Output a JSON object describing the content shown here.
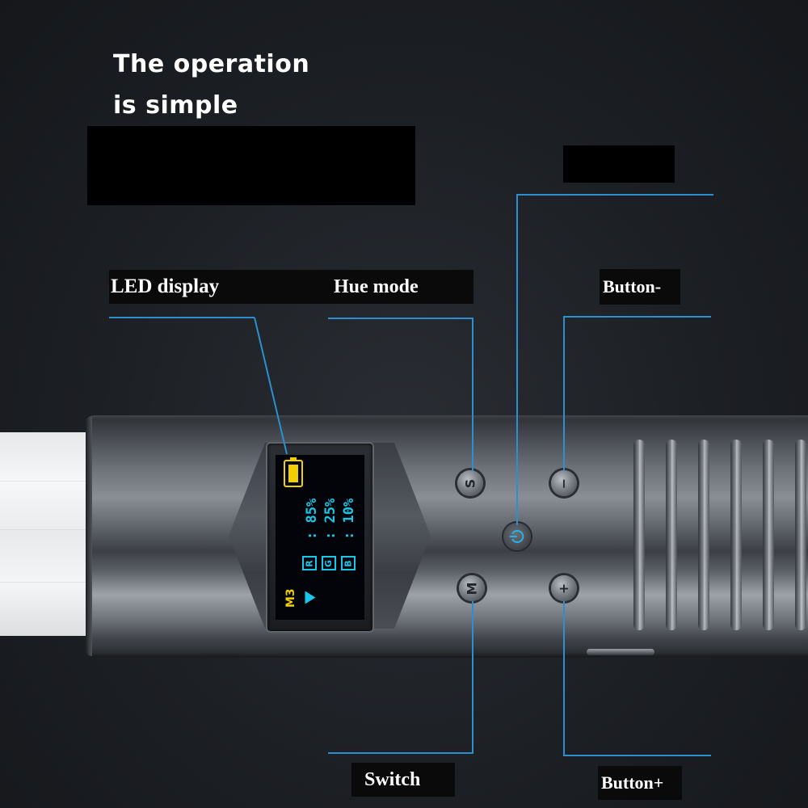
{
  "headline": {
    "line1": "The operation",
    "line2": "is simple"
  },
  "labels": {
    "led_display": "LED display",
    "hue_mode": "Hue mode",
    "button_minus": "Button-",
    "switch": "Switch",
    "button_plus": "Button+"
  },
  "screen": {
    "battery_icon": "battery-full-icon",
    "readouts": [
      ": 85%",
      ": 25%",
      ": 10%"
    ],
    "channels": [
      "R",
      "G",
      "B"
    ],
    "mode": "M3"
  },
  "buttons": {
    "hue": "S",
    "switch": "M",
    "minus": "−",
    "plus": "+",
    "power_icon": "power-icon"
  },
  "colors": {
    "leader_line": "#2c8fd0",
    "screen_cyan": "#17c8ea",
    "screen_yellow": "#f0d000"
  }
}
